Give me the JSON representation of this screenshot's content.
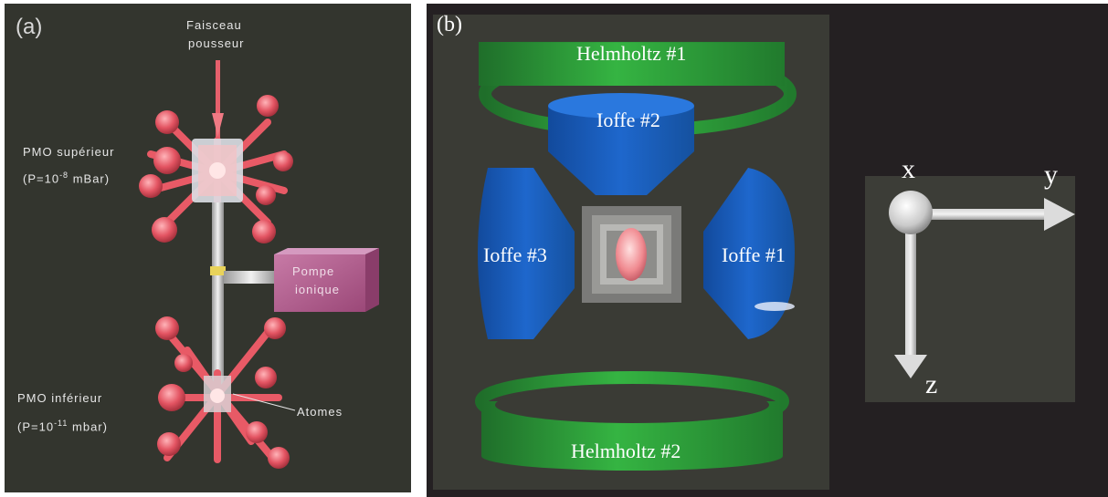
{
  "panel_a": {
    "tag": "(a)",
    "beam_label_1": "Faisceau",
    "beam_label_2": "pousseur",
    "upper_mot_name": "PMO supérieur",
    "upper_mot_p_prefix": "(P=10",
    "upper_mot_p_exp": "-8",
    "upper_mot_p_unit": " mBar)",
    "pump_label_1": "Pompe",
    "pump_label_2": "ionique",
    "lower_mot_name": "PMO inférieur",
    "lower_mot_p_prefix": "(P=10",
    "lower_mot_p_exp": "-11",
    "lower_mot_p_unit": " mbar)",
    "atoms_label": "Atomes"
  },
  "panel_b": {
    "tag": "(b)",
    "helmholtz_1": "Helmholtz #1",
    "helmholtz_2": "Helmholtz #2",
    "ioffe_1": "Ioffe #1",
    "ioffe_2": "Ioffe #2",
    "ioffe_3": "Ioffe #3",
    "axis_x": "x",
    "axis_y": "y",
    "axis_z": "z"
  },
  "colors": {
    "panel_a_bg": "#33352e",
    "panel_b_bg": "#242022",
    "coil_green": "#2fa63a",
    "coil_blue": "#1a5fc0",
    "laser_red": "#e85a66",
    "pump_pink": "#b45a8e"
  }
}
